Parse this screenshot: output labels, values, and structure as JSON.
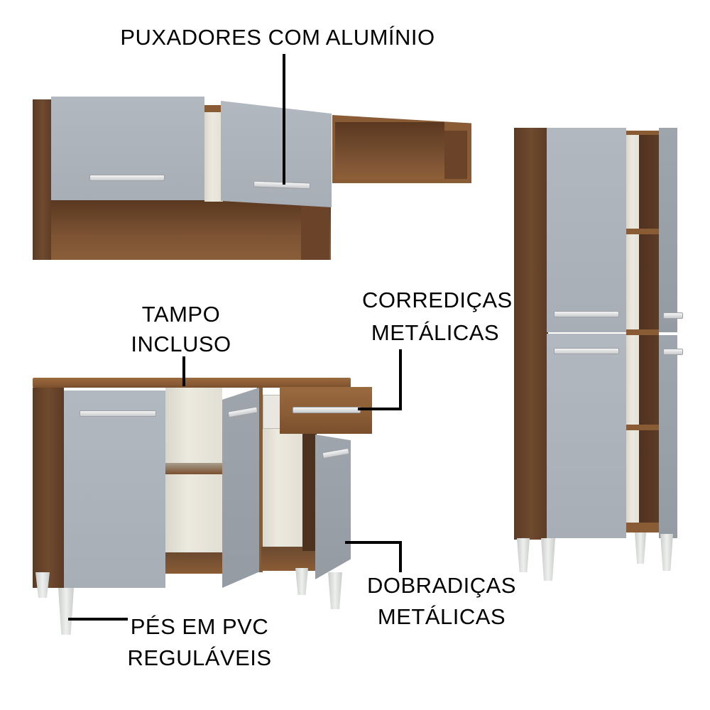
{
  "image": {
    "type": "product-feature-diagram",
    "subject": "modular kitchen cabinet set",
    "colors": {
      "background": "#ffffff",
      "door_gray": "#aeb4bc",
      "wood": "#6e4a2e",
      "wood_light": "#8f6038",
      "interior": "#e6e3d9",
      "leg": "#dcdedc",
      "label_text": "#000000"
    }
  },
  "labels": {
    "handles": "PUXADORES COM ALUMÍNIO",
    "countertop_line1": "TAMPO",
    "countertop_line2": "INCLUSO",
    "slides_line1": "CORREDIÇAS",
    "slides_line2": "METÁLICAS",
    "hinges_line1": "DOBRADIÇAS",
    "hinges_line2": "METÁLICAS",
    "feet_line1": "PÉS EM PVC",
    "feet_line2": "REGULÁVEIS"
  },
  "pieces": [
    {
      "name": "wall-cabinet-2-doors",
      "doors": 2,
      "open_niche": true
    },
    {
      "name": "wall-niche-shelf",
      "doors": 0
    },
    {
      "name": "base-cabinet",
      "doors": 3,
      "drawers": 1,
      "legs": 4
    },
    {
      "name": "tall-pantry-cabinet",
      "doors": 4,
      "legs": 4
    }
  ]
}
